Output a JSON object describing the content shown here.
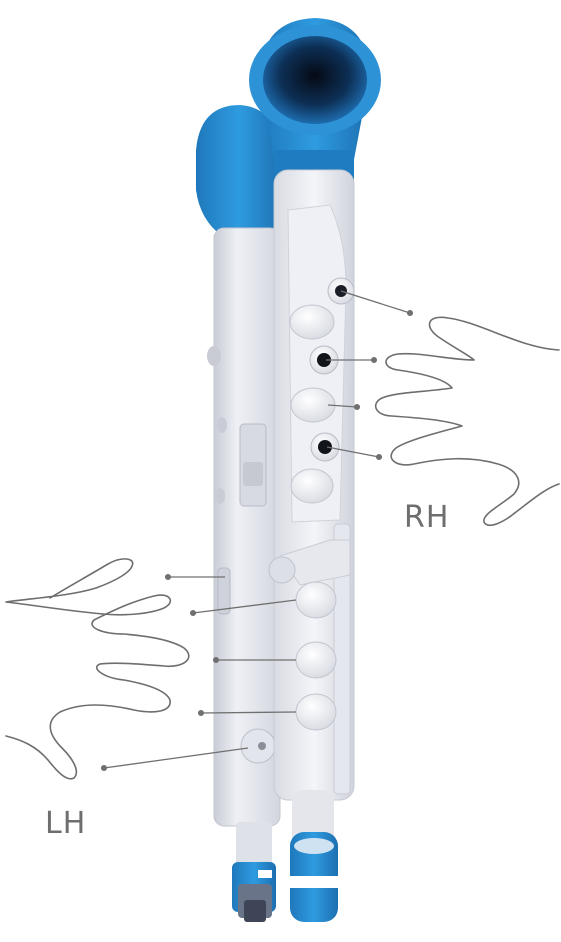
{
  "labels": {
    "right_hand": "RH",
    "left_hand": "LH"
  },
  "colors": {
    "accent_blue": "#2a8fd0",
    "body_white": "#e6e8ef",
    "outline_gray": "#707070"
  },
  "illustration": {
    "subject": "instrument-fingering-diagram"
  }
}
